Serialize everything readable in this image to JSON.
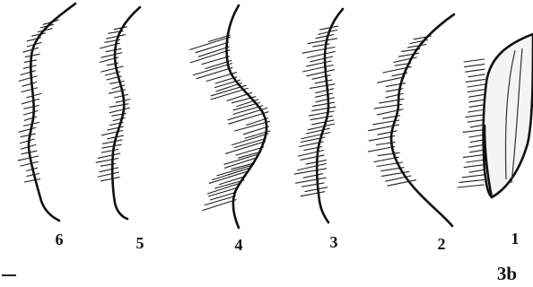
{
  "stages": [
    {
      "label": "6"
    },
    {
      "label": "5"
    },
    {
      "label": "4"
    },
    {
      "label": "3"
    },
    {
      "label": "2"
    },
    {
      "label": "1"
    }
  ],
  "plate_label": "3b",
  "colors": {
    "ink": "#111111",
    "paper": "#ffffff"
  }
}
